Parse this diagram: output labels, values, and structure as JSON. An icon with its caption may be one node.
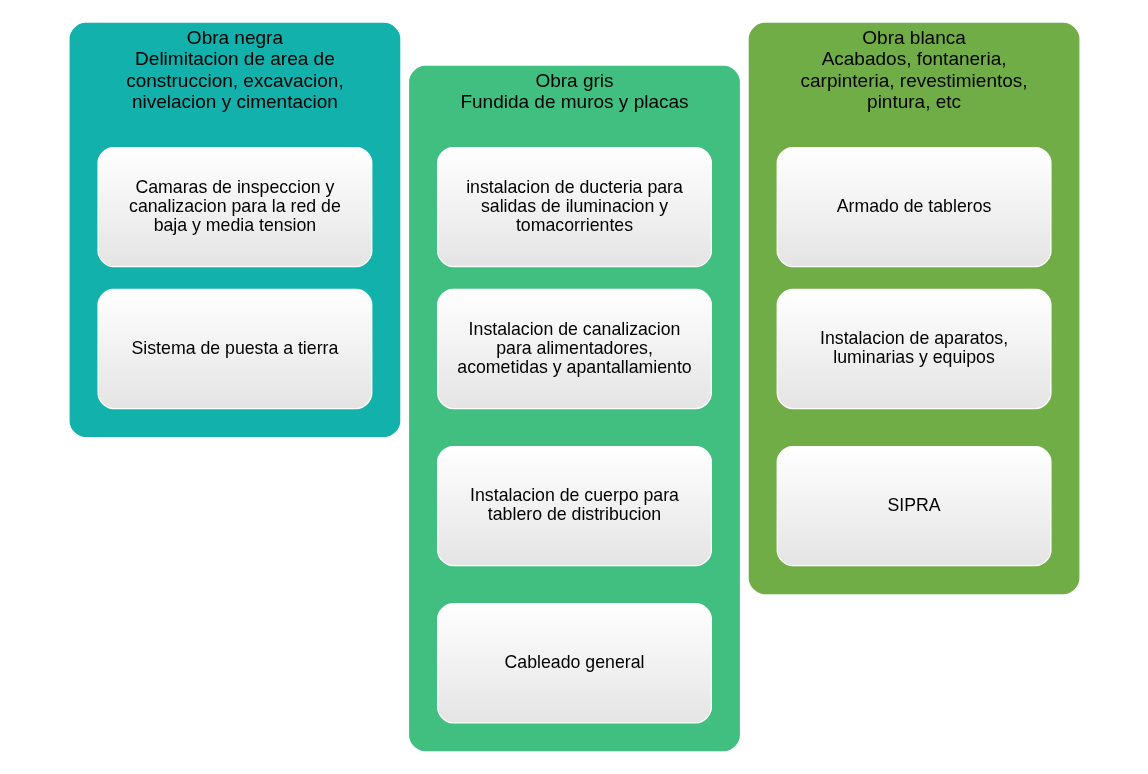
{
  "diagram": {
    "nodes": [
      {
        "text": [
          "Obra negra",
          "Delimitacion de area de construccion, excavacion, nivelacion y cimentacion"
        ]
      },
      {
        "text": [
          "Camaras de inspeccion y canalizacion para la red de baja y media tension"
        ],
        "in": 0
      },
      {
        "text": [
          "Sistema de puesta a tierra"
        ],
        "in": 0
      },
      {
        "text": [
          "Obra gris",
          "Fundida de muros y placas"
        ]
      },
      {
        "text": [
          "instalacion de ducteria para salidas de iluminacion y tomacorrientes"
        ],
        "in": 3
      },
      {
        "text": [
          "Instalacion de canalizacion para alimentadores, acometidas y apantallamiento"
        ],
        "in": 3
      },
      {
        "text": [
          "Instalacion de cuerpo para tablero de distribucion"
        ],
        "in": 3
      },
      {
        "text": [
          "Cableado general"
        ],
        "in": 3
      },
      {
        "text": [
          "Obra blanca",
          "Acabados, fontaneria, carpinteria, revestimientos, pintura, etc"
        ]
      },
      {
        "text": [
          "Armado de tableros"
        ],
        "in": 8
      },
      {
        "text": [
          "Instalacion de aparatos, luminarias y equipos"
        ],
        "in": 8
      },
      {
        "text": [
          "SIPRA"
        ],
        "in": 8
      }
    ]
  }
}
